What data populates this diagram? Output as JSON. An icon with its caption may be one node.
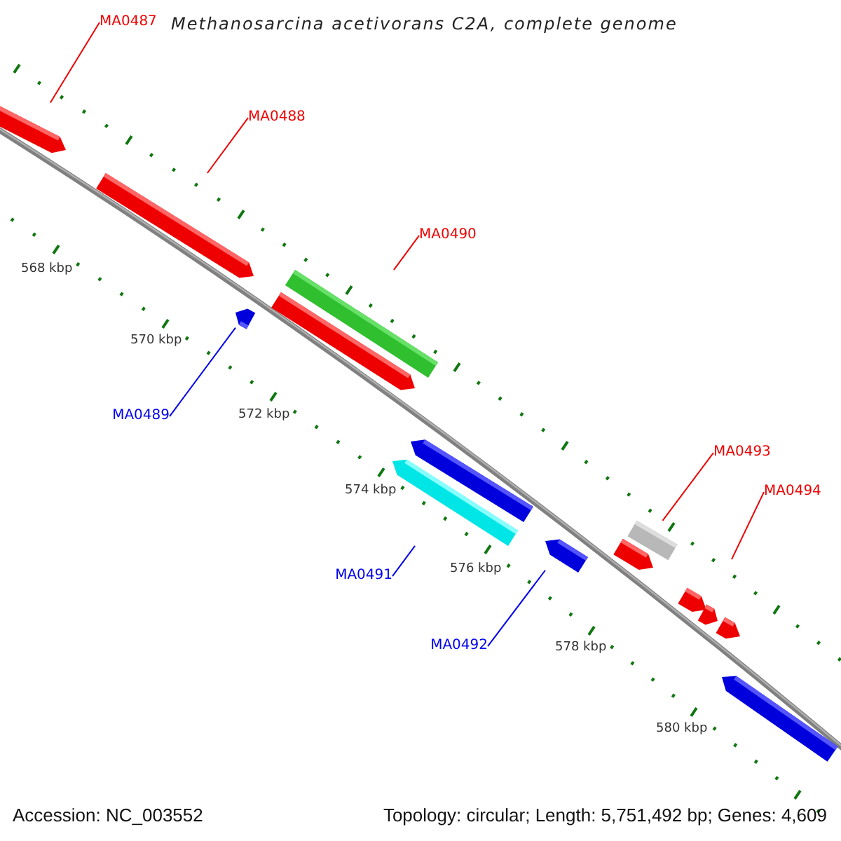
{
  "diagram": {
    "title": "Methanosarcina acetivorans C2A, complete genome",
    "nodes": [
      {
        "text": [
          "MA0487"
        ]
      },
      {
        "text": [
          "MA0488"
        ]
      },
      {
        "text": [
          "MA0490"
        ]
      },
      {
        "text": [
          "MA0489"
        ]
      },
      {
        "text": [
          "MA0493"
        ]
      },
      {
        "text": [
          "MA0494"
        ]
      },
      {
        "text": [
          "MA0491"
        ]
      },
      {
        "text": [
          "MA0492"
        ]
      },
      {
        "text": [],
        "shape": "bar"
      },
      {
        "text": [],
        "shape": "bar"
      },
      {
        "text": [],
        "shape": "bar"
      },
      {
        "text": [],
        "shape": "bar"
      },
      {
        "text": [],
        "shape": "bar"
      },
      {
        "text": [],
        "shape": "bar"
      },
      {
        "text": [],
        "shape": "bar"
      },
      {
        "text": [],
        "shape": "bar"
      },
      {
        "text": [],
        "shape": "bar"
      },
      {
        "text": [],
        "shape": "bar"
      },
      {
        "text": [],
        "shape": "bar"
      },
      {
        "text": [],
        "shape": "bar"
      },
      {
        "text": [],
        "shape": "bar"
      },
      {
        "text": [],
        "shape": "bar"
      }
    ],
    "edges": [
      {
        "from": 0,
        "to": 8,
        "arrow": "none"
      },
      {
        "from": 1,
        "to": 9,
        "arrow": "none"
      },
      {
        "from": 2,
        "to": 12,
        "arrow": "none"
      },
      {
        "from": 3,
        "to": 10,
        "arrow": "none",
        "color": "#0000ee"
      },
      {
        "from": 4,
        "to": 17,
        "arrow": "none"
      },
      {
        "from": 5,
        "to": 18,
        "arrow": "none"
      },
      {
        "from": 6,
        "to": 13,
        "arrow": "none",
        "color": "#0000ee"
      },
      {
        "from": 7,
        "to": 15,
        "arrow": "none",
        "color": "#0000ee"
      }
    ],
    "labels": [
      "568 kbp",
      "570 kbp",
      "572 kbp",
      "574 kbp",
      "576 kbp",
      "578 kbp",
      "580 kbp",
      "Accession: NC_003552",
      "Topology: circular; Length: 5,751,492 bp; Genes: 4,609"
    ]
  }
}
